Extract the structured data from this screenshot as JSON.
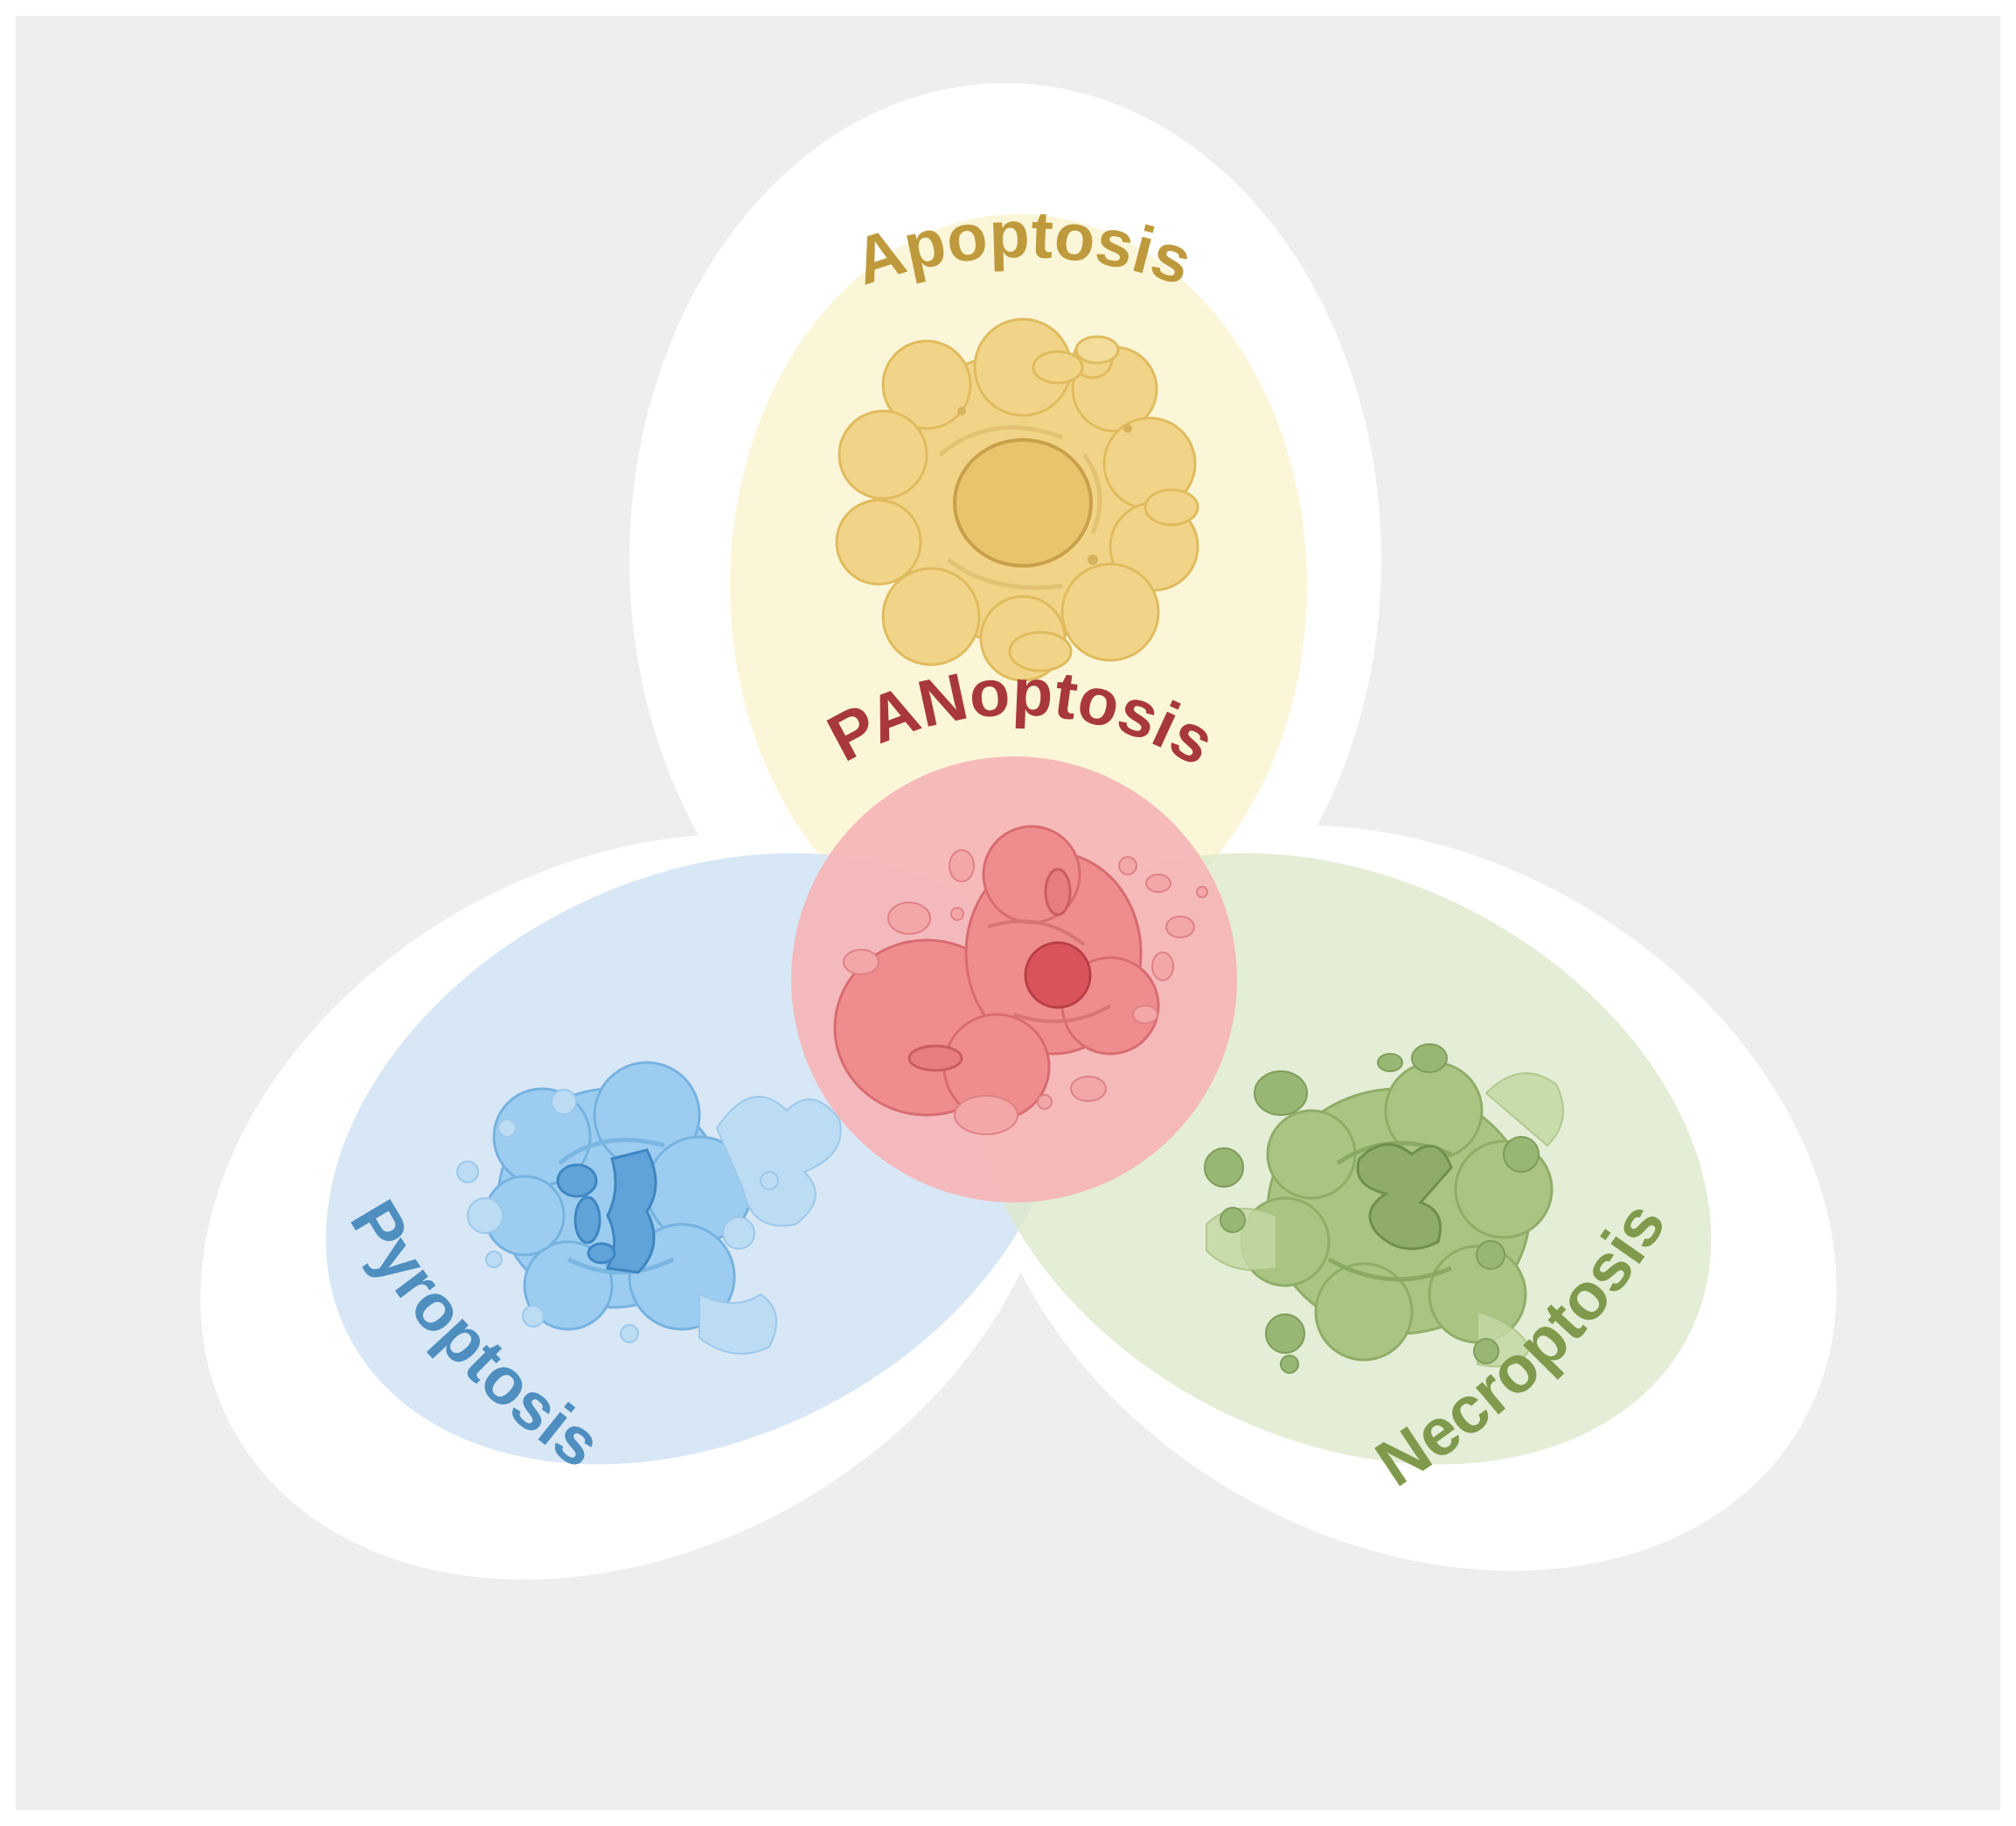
{
  "labels": {
    "top": "Apoptosis",
    "left": "Pyroptosis",
    "right": "Necroptosis",
    "center": "PANoptosis"
  },
  "colors": {
    "background": "#eeeeee",
    "outline": "#ffffff",
    "apoptosis_text": "#bf9a3c",
    "pyroptosis_text": "#4f8fc0",
    "necroptosis_text": "#7f9a4c",
    "panoptosis_text": "#a8383c",
    "apoptosis_fill": "#fbf6d6",
    "pyroptosis_fill": "#d8e8f6",
    "necroptosis_fill": "#e4edd6",
    "panoptosis_fill": "#f5babb"
  },
  "cells": [
    {
      "name": "apoptotic-cell",
      "color": "yellow"
    },
    {
      "name": "pyroptotic-cell",
      "color": "blue"
    },
    {
      "name": "necroptotic-cell",
      "color": "green"
    },
    {
      "name": "panoptotic-cell",
      "color": "red"
    }
  ]
}
